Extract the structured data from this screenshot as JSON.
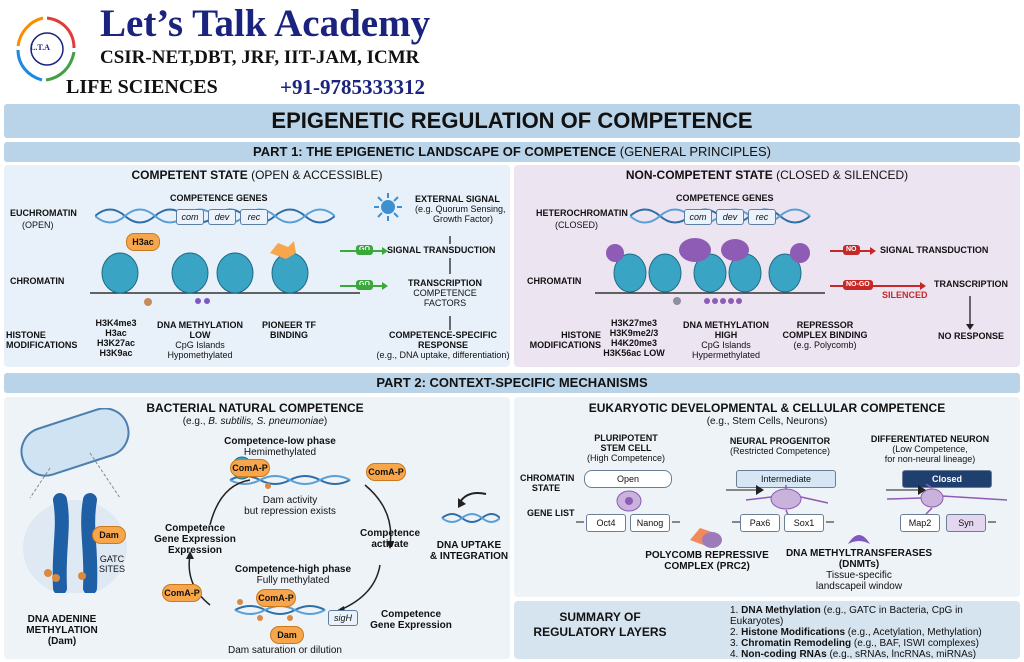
{
  "brand": {
    "title": "Let’s Talk Academy",
    "exams": "CSIR-NET,DBT, JRF, IIT-JAM, ICMR",
    "subject": "LIFE SCIENCES",
    "phone": "+91-9785333312",
    "logo_text": "L.T.A"
  },
  "main_title": "EPIGENETIC REGULATION OF COMPETENCE",
  "part1": {
    "title": "PART 1: THE EPIGENETIC LANDSCAPE OF COMPETENCE",
    "title_suffix": "(GENERAL PRINCIPLES)",
    "competent": {
      "heading": "COMPETENT STATE",
      "heading_suffix": "(OPEN & ACCESSIBLE)",
      "euchromatin": "EUCHROMATIN",
      "euchromatin_sub": "(OPEN)",
      "genes_label": "COMPETENCE GENES",
      "genes": [
        "com",
        "dev",
        "rec"
      ],
      "chromatin": "CHROMATIN",
      "histone_mod_label": "HISTONE MODIFICATIONS",
      "h3ac_badge": "H3ac",
      "marks": [
        "H3K4me3",
        "H3ac",
        "H3K27ac",
        "H3K9ac"
      ],
      "methyl_label": "DNA METHYLATION",
      "methyl_level": "LOW",
      "methyl_sub1": "CpG Islands",
      "methyl_sub2": "Hypomethylated",
      "pioneer": "PIONEER TF",
      "pioneer2": "BINDING",
      "signal": "EXTERNAL SIGNAL",
      "signal_eg1": "(e.g. Quorum Sensing,",
      "signal_eg2": "Growth Factor)",
      "go": "GO",
      "signal_transduction": "SIGNAL TRANSDUCTION",
      "transcription": "TRANSCRIPTION",
      "factors1": "COMPETENCE",
      "factors2": "FACTORS",
      "response1": "COMPETENCE-SPECIFIC",
      "response2": "RESPONSE",
      "response_eg": "(e.g., DNA uptake, differentiation)"
    },
    "noncompetent": {
      "heading": "NON-COMPETENT STATE",
      "heading_suffix": "(CLOSED & SILENCED)",
      "heterochromatin": "HETEROCHROMATIN",
      "heterochromatin_sub": "(CLOSED)",
      "genes_label": "COMPETENCE GENES",
      "genes": [
        "com",
        "dev",
        "rec"
      ],
      "chromatin": "CHROMATIN",
      "histone_mod_label": "HISTONE MODIFICATIONS",
      "marks": [
        "H3K27me3",
        "H3K9me2/3",
        "H4K20me3",
        "H3K56ac LOW"
      ],
      "methyl_label": "DNA METHYLATION",
      "methyl_level": "HIGH",
      "methyl_sub1": "CpG Islands",
      "methyl_sub2": "Hypermethylated",
      "repressor1": "REPRESSOR",
      "repressor2": "COMPLEX BINDING",
      "repressor_eg": "(e.g. Polycomb)",
      "no": "NO",
      "nogo": "NO-GO",
      "signal_transduction": "SIGNAL TRANSDUCTION",
      "transcription": "TRANSCRIPTION",
      "silenced": "SILENCED",
      "no_response": "NO RESPONSE"
    }
  },
  "part2": {
    "title": "PART 2: CONTEXT-SPECIFIC MECHANISMS",
    "bacterial": {
      "heading": "BACTERIAL NATURAL COMPETENCE",
      "eg_prefix": "(e.g., ",
      "eg_species": "B. subtilis, S. pneumoniae",
      "eg_suffix": ")",
      "dam": "Dam",
      "gatc1": "GATC",
      "gatc2": "SITES",
      "dam_label1": "DNA ADENINE",
      "dam_label2": "METHYLATION",
      "dam_label3": "(Dam)",
      "low_phase": "Competence-low phase",
      "low_sub": "Hemimethylated",
      "comap": "ComA-P",
      "dam_activity1": "Dam activity",
      "dam_activity2": "but repression exists",
      "competence_activate1": "Competence",
      "competence_activate2": "activate",
      "expression1": "Competence",
      "expression2": "Gene Expression",
      "expression3": "Expression",
      "high_phase": "Competence-high phase",
      "high_sub": "Fully methylated",
      "sigh": "sigH",
      "expression_r1": "Competence",
      "expression_r2": "Gene Expression",
      "saturation": "Dam saturation or dilution",
      "uptake1": "DNA UPTAKE",
      "uptake2": "& INTEGRATION"
    },
    "eukaryotic": {
      "heading": "EUKARYOTIC DEVELOPMENTAL & CELLULAR COMPETENCE",
      "eg": "(e.g., Stem Cells, Neurons)",
      "chromatin_state1": "CHROMATIN",
      "chromatin_state2": "STATE",
      "gene_list": "GENE LIST",
      "pluri1": "PLURIPOTENT",
      "pluri2": "STEM CELL",
      "pluri_sub": "(High Competence)",
      "open": "Open",
      "oct4": "Oct4",
      "nanog": "Nanog",
      "neural": "NEURAL PROGENITOR",
      "neural_sub": "(Restricted Competence)",
      "intermediate": "Intermediate",
      "pax6": "Pax6",
      "sox1": "Sox1",
      "diff": "DIFFERENTIATED NEURON",
      "diff_sub1": "(Low Competence,",
      "diff_sub2": "for non-neural lineage)",
      "closed": "Closed",
      "map2": "Map2",
      "syn": "Syn",
      "prc1": "POLYCOMB REPRESSIVE",
      "prc2": "COMPLEX (PRC2)",
      "dnmt1": "DNA METHYLTRANSFERASES",
      "dnmt2": "(DNMTs)",
      "dnmt3": "Tissue-specific",
      "dnmt4": "landscapeil window"
    },
    "summary": {
      "heading1": "SUMMARY OF",
      "heading2": "REGULATORY LAYERS",
      "items": [
        {
          "num": "1.",
          "b": "DNA Methylation",
          "t": " (e.g., GATC in Bacteria, CpG in Eukaryotes)"
        },
        {
          "num": "2.",
          "b": "Histone Modifications",
          "t": " (e.g., Acetylation, Methylation)"
        },
        {
          "num": "3.",
          "b": "Chromatin Remodeling",
          "t": " (e.g., BAF, ISWI complexes)"
        },
        {
          "num": "4.",
          "b": "Non-coding RNAs",
          "t": " (e.g., sRNAs, lncRNAs, miRNAs)"
        }
      ]
    }
  },
  "colors": {
    "navy": "#1a237e",
    "bar": "#b9d3e8",
    "teal": "#3aa4c4",
    "purple": "#8e5bb5",
    "orange": "#f7a64b",
    "go": "#3aa83a",
    "red": "#c62828"
  }
}
